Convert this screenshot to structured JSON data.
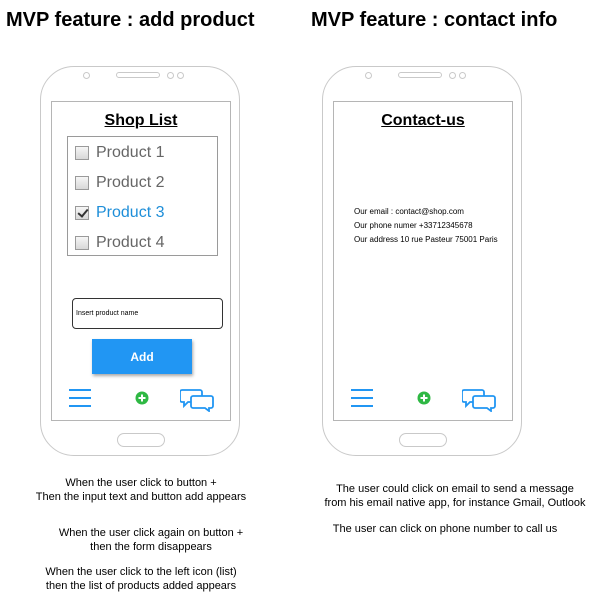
{
  "left": {
    "heading": "MVP feature : add product",
    "screen": {
      "title": "Shop List",
      "products": [
        {
          "label": "Product 1",
          "checked": false
        },
        {
          "label": "Product 2",
          "checked": false
        },
        {
          "label": "Product 3",
          "checked": true
        },
        {
          "label": "Product 4",
          "checked": false
        }
      ],
      "input_placeholder": "Insert product name",
      "add_label": "Add"
    },
    "notes": [
      [
        "When the user click to button +",
        "Then the input text and button add appears"
      ],
      [
        "When the user click again on button +",
        "then the form disappears"
      ],
      [
        "When the user click to the left icon (list)",
        "then the list of products added appears"
      ]
    ]
  },
  "right": {
    "heading": "MVP feature : contact info",
    "screen": {
      "title": "Contact-us",
      "lines": [
        "Our email : contact@shop.com",
        "Our phone numer +33712345678",
        "Our address 10 rue Pasteur 75001 Paris"
      ]
    },
    "notes": [
      [
        "The user could click on email to send a message",
        "from his email native app, for instance Gmail, Outlook"
      ],
      [
        "The user can click on phone number to call us"
      ]
    ]
  },
  "icons": {
    "menu": "menu-icon",
    "plus": "plus-circle-icon",
    "chat": "chat-bubbles-icon"
  },
  "colors": {
    "accent": "#2196f3",
    "plus_green": "#2fb844",
    "checked_text": "#1e8ed8"
  }
}
